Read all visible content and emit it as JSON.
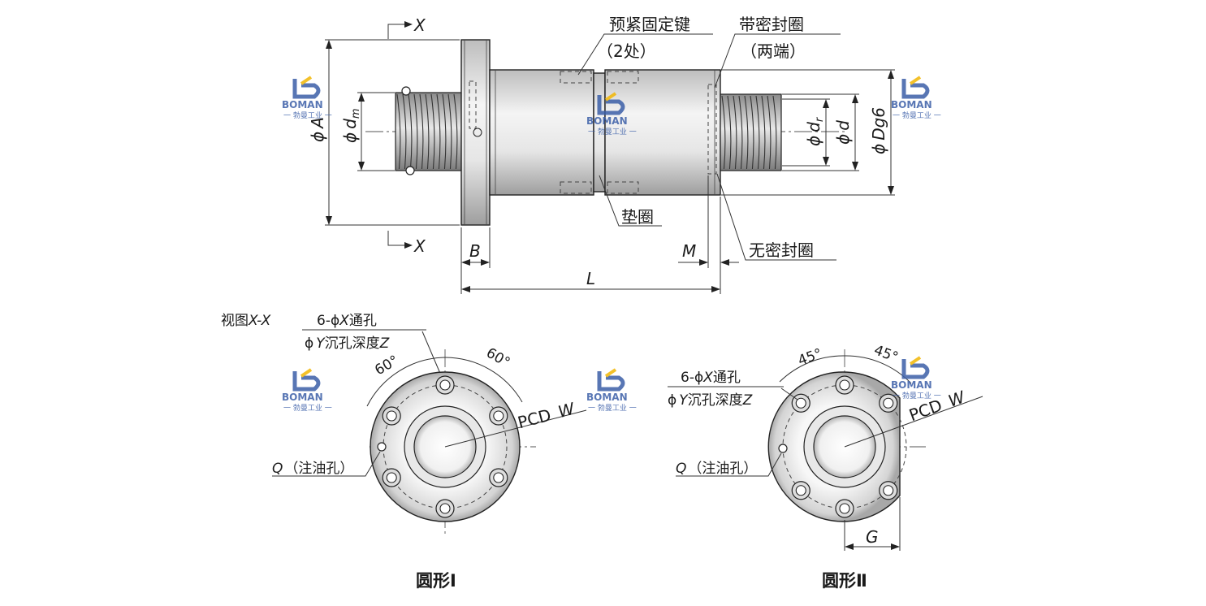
{
  "side_view": {
    "section_mark_label": "X",
    "labels": {
      "preload_key": "预紧固定键",
      "preload_key_count": "（2处）",
      "with_seal": "带密封圈",
      "with_seal_sub": "（两端）",
      "spacer": "垫圈",
      "no_seal": "无密封圈"
    },
    "dims": {
      "phi": "ϕ",
      "A": "A",
      "dm": "d",
      "dm_sub": "m",
      "dr": "d",
      "dr_sub": "r",
      "d": "d",
      "Dg6": "Dg6",
      "B": "B",
      "M": "M",
      "L": "L"
    }
  },
  "view_title": "视图",
  "view_title_axis": "X-X",
  "holes_note_1_prefix": "6-ϕ",
  "holes_note_1_var": "X",
  "holes_note_1_suffix": "通孔",
  "holes_note_2_prefix": "ϕ",
  "holes_note_2_var": "Y",
  "holes_note_2_mid": "沉孔深度",
  "holes_note_2_var2": "Z",
  "round1": {
    "angle_left": "60",
    "angle_right": "60",
    "deg": "°",
    "pcd": "PCD",
    "w": "W",
    "oil_var": "Q",
    "oil_label": "（注油孔）",
    "caption": "圆形Ⅰ"
  },
  "round2": {
    "angle_left": "45",
    "angle_right": "45",
    "deg": "°",
    "pcd": "PCD",
    "w": "W",
    "oil_var": "Q",
    "oil_label": "（注油孔）",
    "g": "G",
    "caption": "圆形Ⅱ"
  },
  "watermark": {
    "brand": "BOMAN",
    "sub": "一 勃曼工业 一"
  },
  "colors": {
    "line": "#222222",
    "part_fill": "#e6e6e6",
    "thread_fill": "#cfcfcf",
    "watermark": "#3b5fa8",
    "watermark_accent": "#f2b705"
  }
}
